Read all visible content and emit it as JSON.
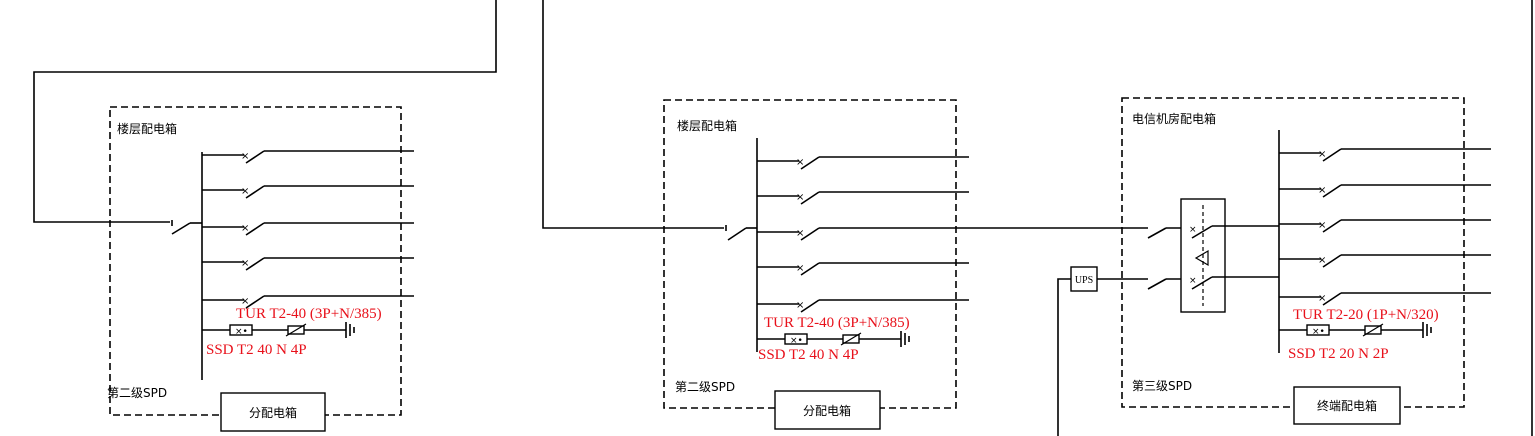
{
  "colors": {
    "line": "#000000",
    "spd_label": "#e8101a",
    "background": "#ffffff"
  },
  "panel1": {
    "title": "楼层配电箱",
    "spd_level": "第二级SPD",
    "spd_model": "TUR T2-40 (3P+N/385)",
    "ssd_model": "SSD T2 40 N 4P",
    "box_label": "分配电箱"
  },
  "panel2": {
    "title": "楼层配电箱",
    "spd_level": "第二级SPD",
    "spd_model": "TUR T2-40 (3P+N/385)",
    "ssd_model": "SSD T2 40 N 4P",
    "box_label": "分配电箱"
  },
  "panel3": {
    "title": "电信机房配电箱",
    "spd_level": "第三级SPD",
    "spd_model": "TUR T2-20 (1P+N/320)",
    "ssd_model": "SSD T2 20 N 2P",
    "box_label": "终端配电箱",
    "ups_label": "UPS"
  }
}
